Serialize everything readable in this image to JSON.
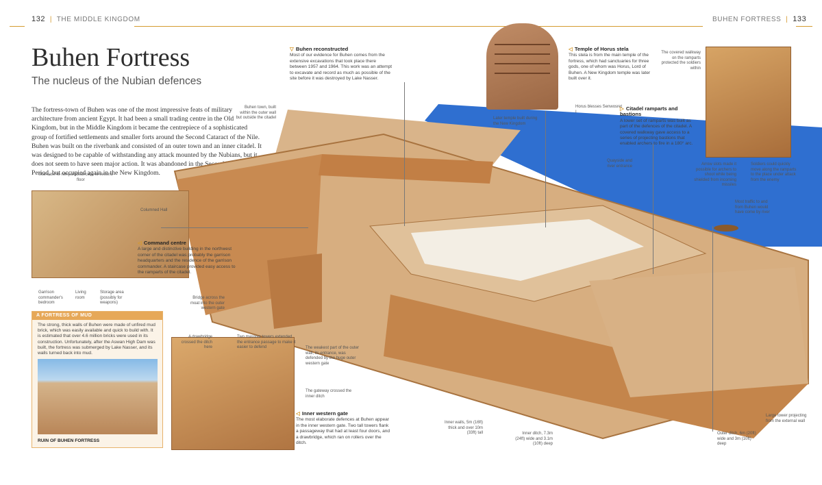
{
  "header": {
    "left_page_number": "132",
    "left_running_head": "THE MIDDLE KINGDOM",
    "right_running_head": "BUHEN FORTRESS",
    "right_page_number": "133"
  },
  "title": "Buhen Fortress",
  "subtitle": "The nucleus of the Nubian defences",
  "intro": "The fortress-town of Buhen was one of the most impressive feats of military architecture from ancient Egypt. It had been a small trading centre in the Old Kingdom, but in the Middle Kingdom it became the centrepiece of a sophisticated group of fortified settlements and smaller forts around the Second Cataract of the Nile. Buhen was built on the riverbank and consisted of an outer town and an inner citadel. It was designed to be capable of withstanding any attack mounted by the Nubians, but it does not seem to have seen major action. It was abandoned in the Second Intermediate Period, but occupied again in the New Kingdom.",
  "command_centre": {
    "labels": {
      "staircase_ramparts": "Staircase to ramparts",
      "staircase_floor": "Staircase to second floor",
      "columned_hall": "Columned Hall",
      "bedroom": "Garrison commander's bedroom",
      "living": "Living room",
      "storage": "Storage area (possibly for weapons)"
    },
    "heading": "Command centre",
    "body": "A large and distinctive building in the northwest corner of the citadel was probably the garrison headquarters and the residence of the garrison commander. A staircase provided easy access to the ramparts of the citadel."
  },
  "fortress_of_mud": {
    "heading": "A FORTRESS OF MUD",
    "body": "The strong, thick walls of Buhen were made of unfired mud brick, which was easily available and quick to build with. It is estimated that over 4.6 million bricks were used in its construction. Unfortunately, after the Aswan High Dam was built, the fortress was submerged by Lake Nasser, and its walls turned back into mud.",
    "photo_caption": "RUIN OF BUHEN FORTRESS"
  },
  "buhen_reconstructed": {
    "heading": "Buhen reconstructed",
    "body": "Most of our evidence for Buhen comes from the extensive excavations that took place there between 1957 and 1964. This work was an attempt to excavate and record as much as possible of the site before it was destroyed by Lake Nasser."
  },
  "temple_stela": {
    "heading": "Temple of Horus stela",
    "body": "This stela is from the main temple of the fortress, which had sanctuaries for three gods, one of whom was Horus, Lord of Buhen. A New Kingdom temple was later built over it.",
    "horus_label": "Horus blesses Senwosret I"
  },
  "citadel_ramparts": {
    "heading": "Citadel ramparts and bastions",
    "body": "A lower set of ramparts was built as part of the defences of the citadel. A covered walkway gave access to a series of projecting bastions that enabled archers to fire in a 180° arc."
  },
  "inner_gate": {
    "heading": "Inner western gate",
    "body": "The most elaborate defences at Buhen appear in the inner western gate. Two tall towers flank a passageway that had at least four doors, and a drawbridge, which ran on rollers over the ditch."
  },
  "callouts": {
    "town": "Buhen town, built within the outer wall but outside the citadel",
    "later_temple": "Later temple built during the New Kingdom",
    "quayside": "Quayside and river entrance",
    "covered_walkway": "The covered walkway on the ramparts protected the soldiers within",
    "arrow_slots": "Arrow slots made it possible for archers to shoot while being shielded from incoming missiles",
    "soldiers": "Soldiers could quickly move along the ramparts to the place under attack from the enemy",
    "traffic": "Most traffic to and from Buhen would have come by river",
    "bridge": "Bridge across the moat into the outer western gate",
    "drawbridge": "A drawbridge crossed the ditch here",
    "towers": "Two massive towers extended the entrance passage to make it easier to defend",
    "weakest": "The weakest part of the outer wall, its entrance, was defended by the huge outer western gate",
    "gateway": "The gateway crossed the inner ditch",
    "inner_walls": "Inner walls, 5m (16ft) thick and over 10m (33ft) tall",
    "inner_ditch": "Inner ditch, 7.3m (24ft) wide and 3.1m (10ft) deep",
    "outer_ditch": "Outer ditch, 6m (20ft) wide and 3m (10ft) deep",
    "large_tower": "Large tower projecting from the external wall"
  },
  "colors": {
    "accent": "#d59a2e",
    "mud": "#c98a52",
    "river": "#2f6fd0"
  }
}
